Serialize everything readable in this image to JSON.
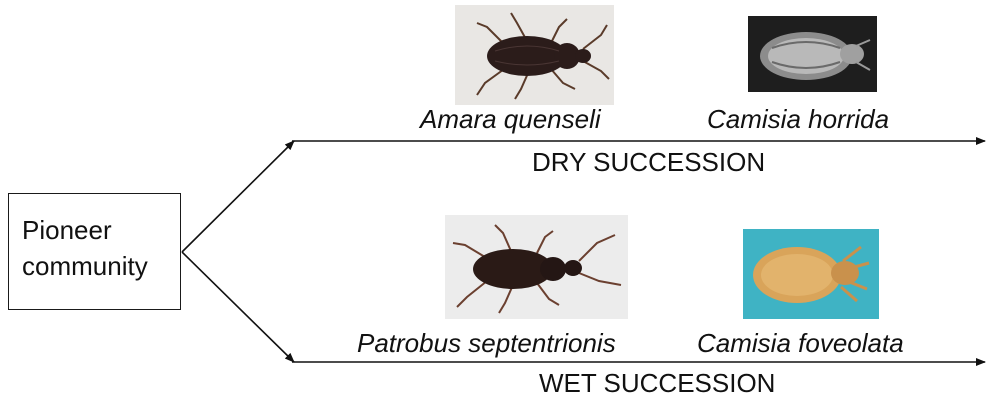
{
  "pioneer": {
    "label": "Pioneer\ncommunity"
  },
  "dry": {
    "label": "DRY SUCCESSION",
    "species": [
      "Amara quenseli",
      "Camisia horrida"
    ]
  },
  "wet": {
    "label": "WET SUCCESSION",
    "species": [
      "Patrobus septentrionis",
      "Camisia foveolata"
    ]
  },
  "colors": {
    "line": "#111111",
    "mite_foveolata_bg": "#3fb3c4",
    "mite_foveolata_body": "#d9a45a"
  }
}
